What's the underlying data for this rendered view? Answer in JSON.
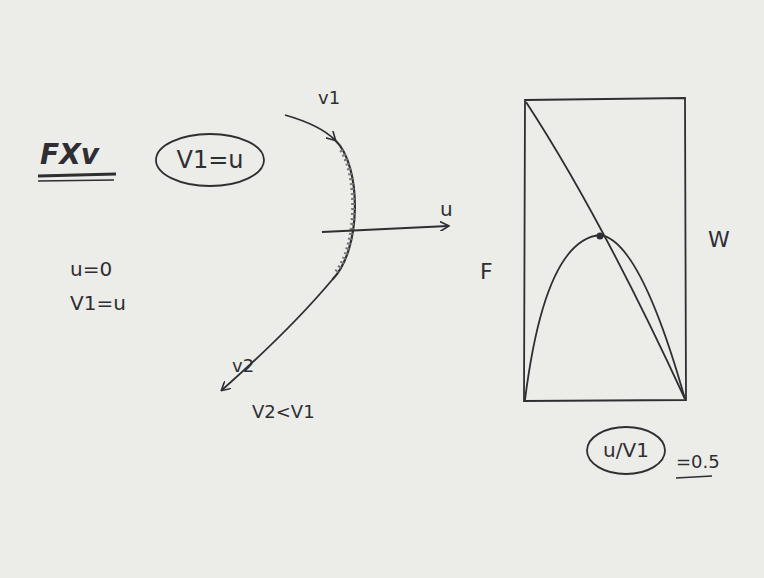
{
  "diagram": {
    "title": "FXv",
    "nodes": [
      {
        "text": [
          "V1=u"
        ]
      },
      {
        "text": [
          "u/V1"
        ]
      }
    ],
    "labels": [
      "u=0",
      "V1=u",
      "v1",
      "u",
      "v2",
      "V2<V1",
      "F",
      "W",
      "=0.5"
    ]
  }
}
